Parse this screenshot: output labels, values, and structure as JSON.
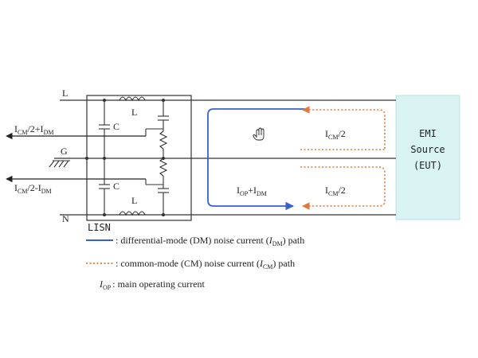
{
  "lines": {
    "L": "L",
    "G": "G",
    "N": "N"
  },
  "lisn": {
    "label": "LISN",
    "capacitor_top": "C",
    "capacitor_bottom": "C",
    "inductor_top": "L",
    "inductor_bottom": "L"
  },
  "left_currents": {
    "top": {
      "main": "I",
      "sub1": "CM",
      "mid": "/2+I",
      "sub2": "DM"
    },
    "bottom": {
      "main": "I",
      "sub1": "CM",
      "mid": "/2-I",
      "sub2": "DM"
    }
  },
  "path_labels": {
    "cm_top": {
      "main": "I",
      "sub": "CM",
      "tail": "/2"
    },
    "cm_bottom": {
      "main": "I",
      "sub": "CM",
      "tail": "/2"
    },
    "dm": {
      "main1": "I",
      "sub1": "OP",
      "mid": "+I",
      "sub2": "DM"
    }
  },
  "eut": {
    "line1": "EMI",
    "line2": "Source",
    "line3": "(EUT)"
  },
  "legend": {
    "dm": {
      "pre": ": differential-mode (DM) noise current (",
      "sym": "I",
      "sub": "DM",
      "post": ") path"
    },
    "cm": {
      "pre": ": common-mode (CM) noise current (",
      "sym": "I",
      "sub": "CM",
      "post": ") path"
    },
    "op": {
      "sym": "I",
      "sub": "OP",
      "post": ": main operating current"
    }
  },
  "colors": {
    "dm_path": "#3a5fd0",
    "cm_path": "#e07a3a",
    "eut_fill": "#d9f3f2",
    "wire": "#333333"
  },
  "icons": {
    "cursor": "hand-cursor-icon",
    "ground": "ground-icon"
  }
}
